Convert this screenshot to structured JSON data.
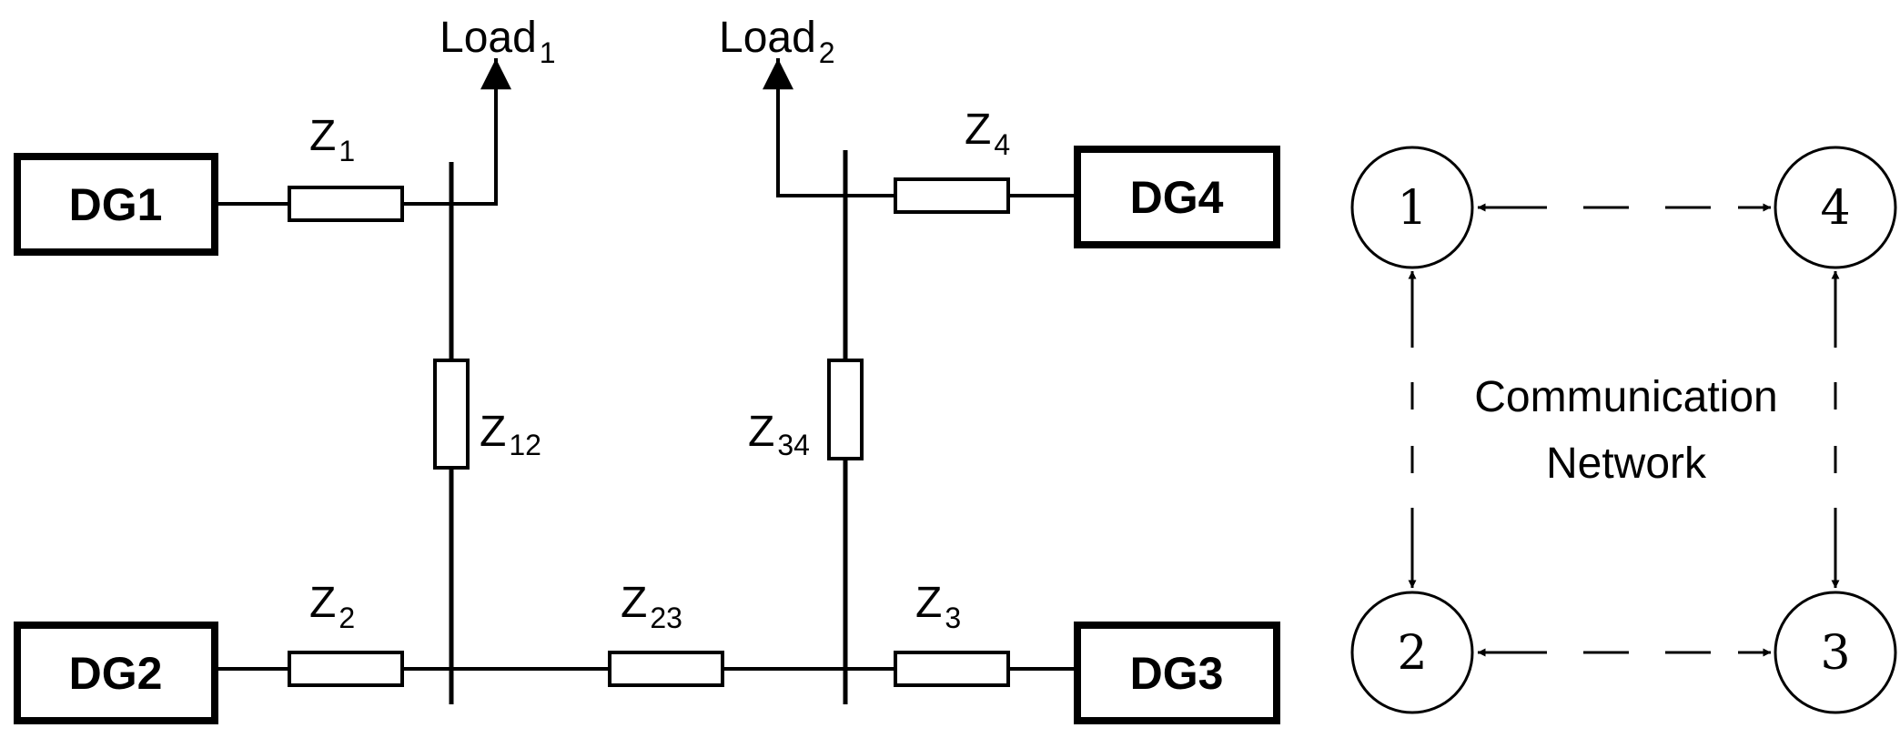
{
  "circuit": {
    "generators": {
      "dg1": "DG1",
      "dg2": "DG2",
      "dg3": "DG3",
      "dg4": "DG4"
    },
    "impedances": {
      "z1": {
        "base": "Z",
        "sub": "1"
      },
      "z2": {
        "base": "Z",
        "sub": "2"
      },
      "z3": {
        "base": "Z",
        "sub": "3"
      },
      "z4": {
        "base": "Z",
        "sub": "4"
      },
      "z12": {
        "base": "Z",
        "sub": "12"
      },
      "z23": {
        "base": "Z",
        "sub": "23"
      },
      "z34": {
        "base": "Z",
        "sub": "34"
      }
    },
    "loads": {
      "load1": {
        "base": "Load",
        "sub": "1"
      },
      "load2": {
        "base": "Load",
        "sub": "2"
      }
    }
  },
  "network": {
    "label_line1": "Communication",
    "label_line2": "Network",
    "nodes": {
      "n1": "1",
      "n2": "2",
      "n3": "3",
      "n4": "4"
    },
    "links": [
      "1-4",
      "1-2",
      "2-3",
      "4-3"
    ]
  }
}
